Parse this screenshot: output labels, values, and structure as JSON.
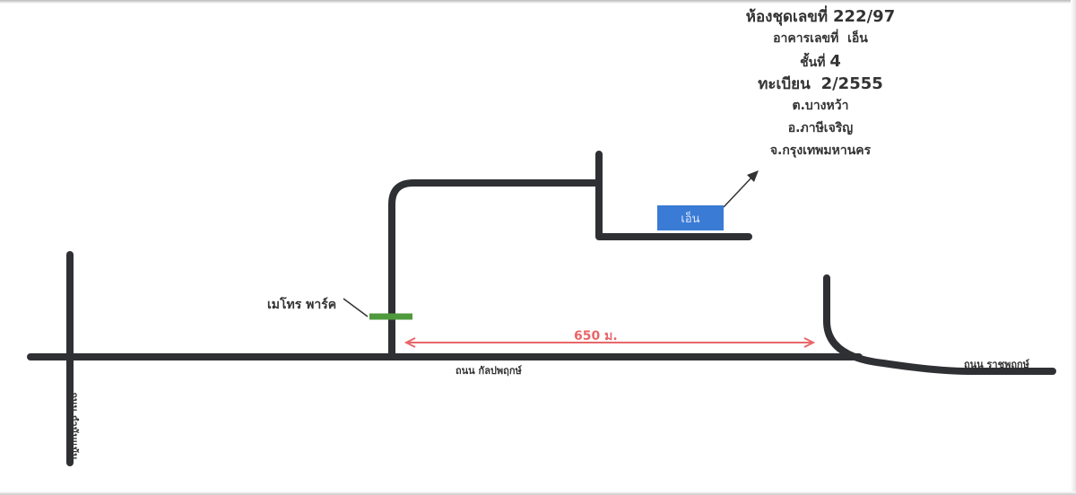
{
  "info": {
    "unit_label": "ห้องชุดเลขที่",
    "unit_number": "222/97",
    "building_label": "อาคารเลขที่",
    "building_name": "เอ็น",
    "floor_label": "ชั้นที่",
    "floor_number": "4",
    "registration_label": "ทะเบียน",
    "registration_number": "2/2555",
    "subdistrict": "ต.บางหว้า",
    "district": "อ.ภาษีเจริญ",
    "province": "จ.กรุงเทพมหานคร"
  },
  "landmarks": {
    "building_box": "เอ็น",
    "station": "เมโทร พาร์ค"
  },
  "roads": {
    "main": "ถนน กัลปพฤกษ์",
    "right": "ถนน ราชพฤกษ์",
    "left_vertical": "ถนน กำนันแม้น"
  },
  "distance": {
    "label": "650 ม."
  },
  "colors": {
    "road": "#2f3033",
    "building": "#3a7bd5",
    "station": "#4f9a3c",
    "distance": "#e8666a"
  }
}
